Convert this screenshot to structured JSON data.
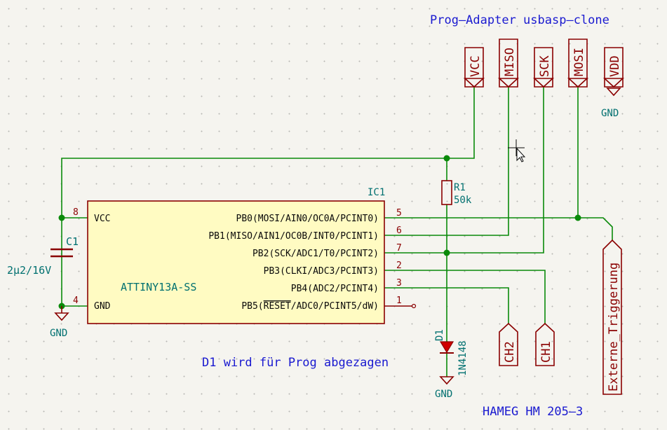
{
  "title_note": "Prog—Adapter usbasp—clone",
  "note_d1": "D1 wird für Prog abgezagen",
  "note_scope": "HAMEG HM 205—3",
  "ic": {
    "ref": "IC1",
    "value": "ATTINY13A-SS",
    "pins_left": [
      {
        "num": "8",
        "name": "VCC"
      },
      {
        "num": "4",
        "name": "GND"
      }
    ],
    "pins_right": [
      {
        "num": "5",
        "name": "PB0(MOSI/AIN0/OC0A/PCINT0)"
      },
      {
        "num": "6",
        "name": "PB1(MISO/AIN1/OC0B/INT0/PCINT1)"
      },
      {
        "num": "7",
        "name": "PB2(SCK/ADC1/T0/PCINT2)"
      },
      {
        "num": "2",
        "name": "PB3(CLKI/ADC3/PCINT3)"
      },
      {
        "num": "3",
        "name": "PB4(ADC2/PCINT4)"
      },
      {
        "num": "1",
        "name_prefix": "PB5(",
        "name_overbar": "RESET",
        "name_suffix": "/ADC0/PCINT5/dW)"
      }
    ]
  },
  "c1": {
    "ref": "C1",
    "value": "2µ2/16V"
  },
  "r1": {
    "ref": "R1",
    "value": "50k"
  },
  "d1": {
    "ref": "D1",
    "value": "1N4148"
  },
  "gnd_label": "GND",
  "prog_ports": [
    "VCC",
    "MISO",
    "SCK",
    "MOSI",
    "VDD"
  ],
  "scope_ports": [
    "CH2",
    "CH1",
    "Externe_Triggerung"
  ],
  "colors": {
    "wire": "#0a8a0a",
    "component": "#8a0000",
    "component_fill": "#fffbc2",
    "reference": "#007070",
    "note": "#1a1ad0"
  }
}
